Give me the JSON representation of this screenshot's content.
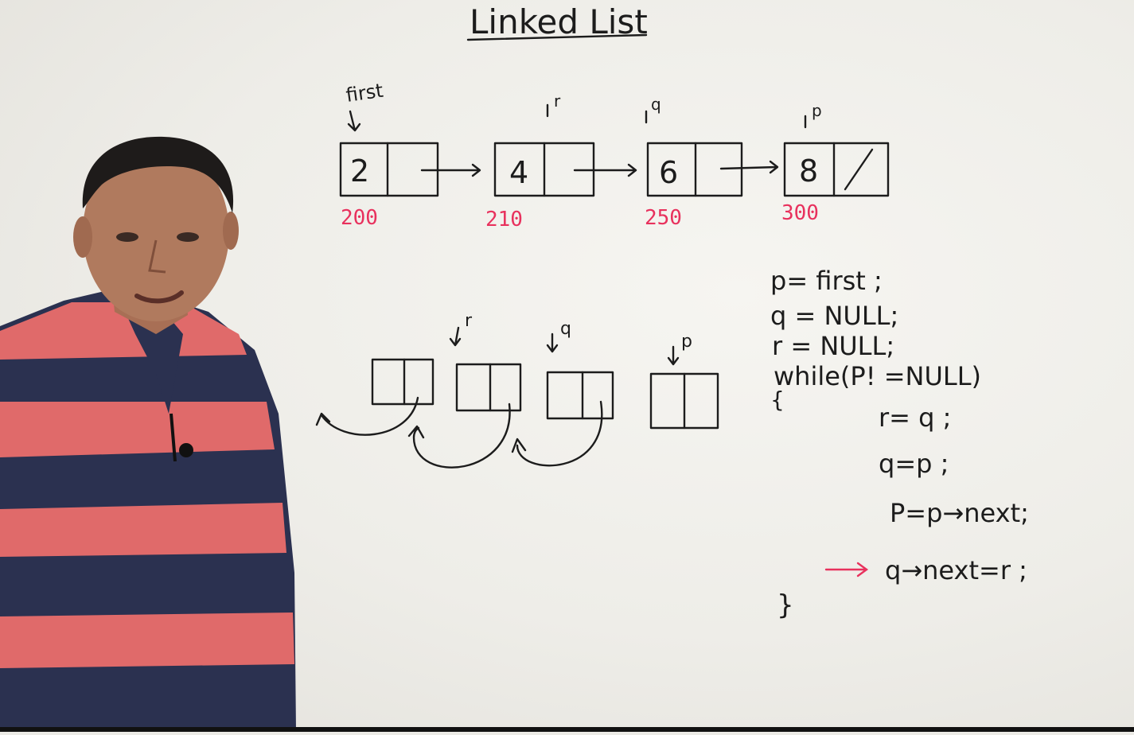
{
  "title": "Linked List",
  "top_list": {
    "first_label": "first",
    "pointer_labels": [
      "r",
      "q",
      "p"
    ],
    "nodes": [
      {
        "value": "2",
        "address": "200"
      },
      {
        "value": "4",
        "address": "210"
      },
      {
        "value": "6",
        "address": "250"
      },
      {
        "value": "8",
        "address": "300"
      }
    ]
  },
  "bottom_list": {
    "pointer_labels": [
      "r",
      "q",
      "p"
    ]
  },
  "code": {
    "lines": [
      "p= first ;",
      "q = NULL;",
      "r = NULL;",
      "while(P! =NULL)",
      "{",
      "r= q ;",
      "q=p ;",
      "P=p→next;",
      "q→next=r ;",
      "}"
    ]
  },
  "colors": {
    "ink": "#1c1c1c",
    "red_ink": "#e8315d",
    "board": "#f2f1ed",
    "shirt_red": "#e06a6a",
    "shirt_navy": "#2b3150",
    "skin": "#b07a5e"
  }
}
